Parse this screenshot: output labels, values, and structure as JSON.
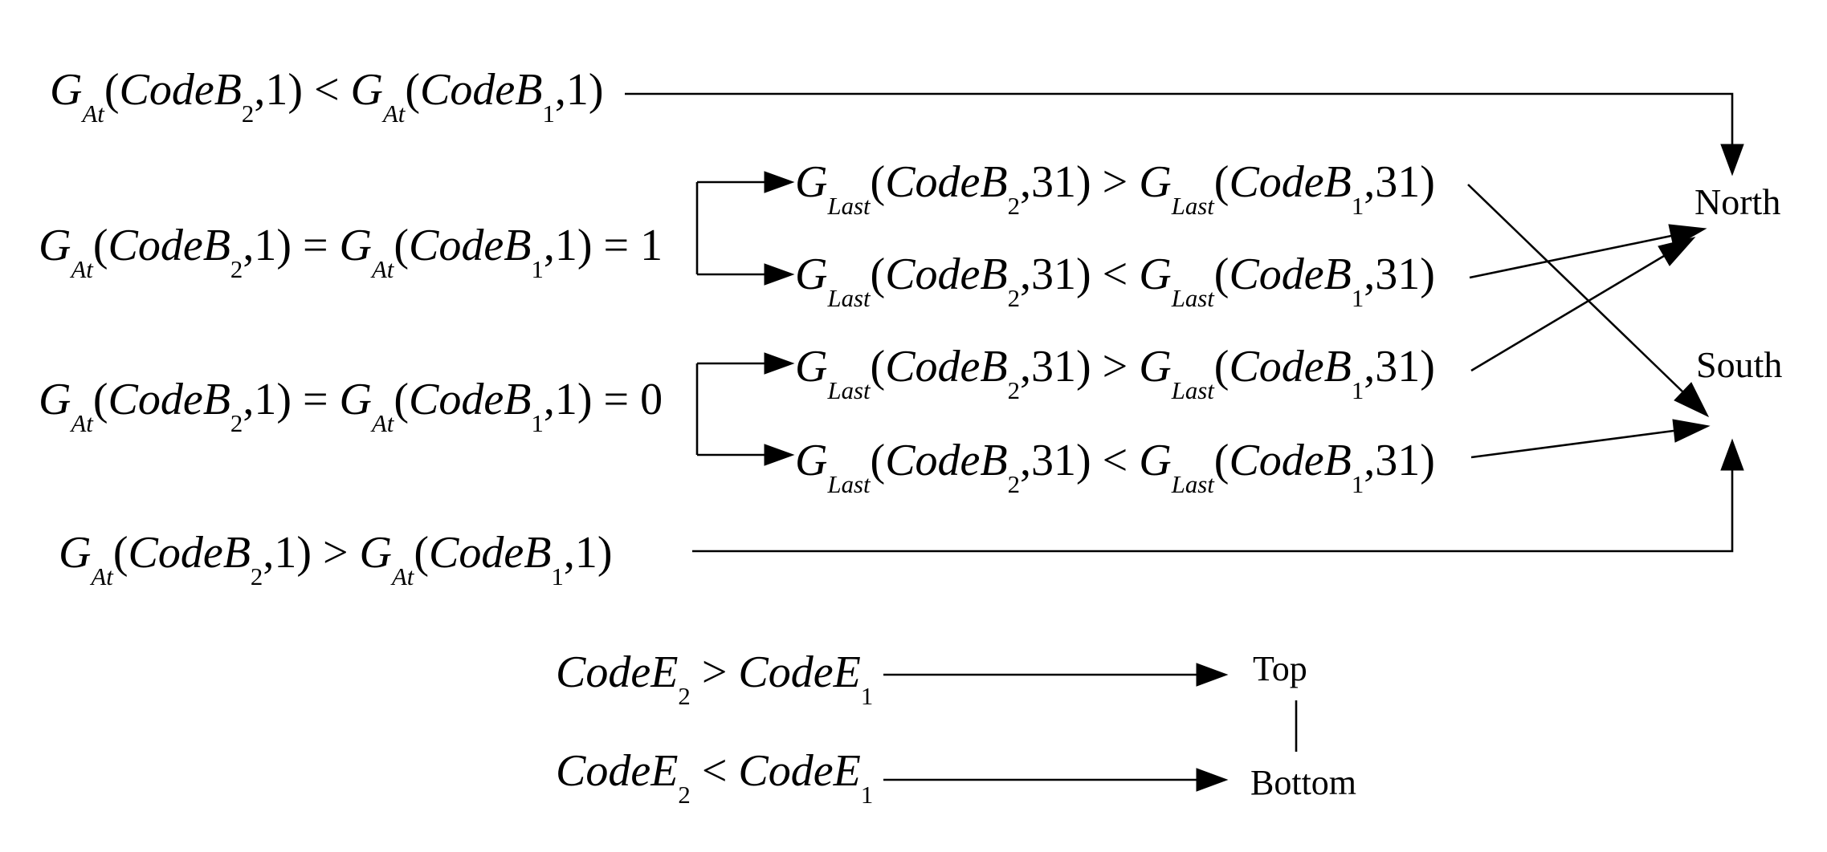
{
  "canvas": {
    "background": "#ffffff",
    "ink": "#000000"
  },
  "labels": {
    "north": "North",
    "south": "South",
    "top": "Top",
    "bottom": "Bottom"
  },
  "formulas": {
    "b_less": "G_{At}(CodeB_{2},1) < G_{At}(CodeB_{1},1)",
    "b_eq1": "G_{At}(CodeB_{2},1) = G_{At}(CodeB_{1},1) = 1",
    "b_eq0": "G_{At}(CodeB_{2},1) = G_{At}(CodeB_{1},1) = 0",
    "b_greater": "G_{At}(CodeB_{2},1) > G_{At}(CodeB_{1},1)",
    "last_gt_a": "G_{Last}(CodeB_{2},31) > G_{Last}(CodeB_{1},31)",
    "last_lt_a": "G_{Last}(CodeB_{2},31) < G_{Last}(CodeB_{1},31)",
    "last_gt_b": "G_{Last}(CodeB_{2},31) > G_{Last}(CodeB_{1},31)",
    "last_lt_b": "G_{Last}(CodeB_{2},31) < G_{Last}(CodeB_{1},31)",
    "e_greater": "CodeE_{2} > CodeE_{1}",
    "e_less": "CodeE_{2} < CodeE_{1}"
  },
  "edges": [
    {
      "from": "G_At(CodeB_2,1) < G_At(CodeB_1,1)",
      "to": "North",
      "style": "elbow-down-arrow"
    },
    {
      "from": "G_At(CodeB_2,1) = G_At(CodeB_1,1) = 1",
      "to": [
        "G_Last(CodeB_2,31) > G_Last(CodeB_1,31)",
        "G_Last(CodeB_2,31) < G_Last(CodeB_1,31)"
      ],
      "style": "bracket-branch"
    },
    {
      "from": "G_At(CodeB_2,1) = G_At(CodeB_1,1) = 0",
      "to": [
        "G_Last(CodeB_2,31) > G_Last(CodeB_1,31)",
        "G_Last(CodeB_2,31) < G_Last(CodeB_1,31)"
      ],
      "style": "bracket-branch"
    },
    {
      "from": "eq1 branch: G_Last(CodeB_2,31) > G_Last(CodeB_1,31)",
      "to": "South",
      "style": "diagonal-arrow"
    },
    {
      "from": "eq1 branch: G_Last(CodeB_2,31) < G_Last(CodeB_1,31)",
      "to": "North",
      "style": "diagonal-arrow"
    },
    {
      "from": "eq0 branch: G_Last(CodeB_2,31) > G_Last(CodeB_1,31)",
      "to": "North",
      "style": "diagonal-arrow"
    },
    {
      "from": "eq0 branch: G_Last(CodeB_2,31) < G_Last(CodeB_1,31)",
      "to": "South",
      "style": "diagonal-arrow"
    },
    {
      "from": "G_At(CodeB_2,1) > G_At(CodeB_1,1)",
      "to": "South",
      "style": "elbow-up-arrow"
    },
    {
      "from": "CodeE_2 > CodeE_1",
      "to": "Top",
      "style": "straight-arrow"
    },
    {
      "from": "CodeE_2 < CodeE_1",
      "to": "Bottom",
      "style": "straight-arrow"
    },
    {
      "from": "Top",
      "to": "Bottom",
      "style": "plain-link"
    }
  ]
}
